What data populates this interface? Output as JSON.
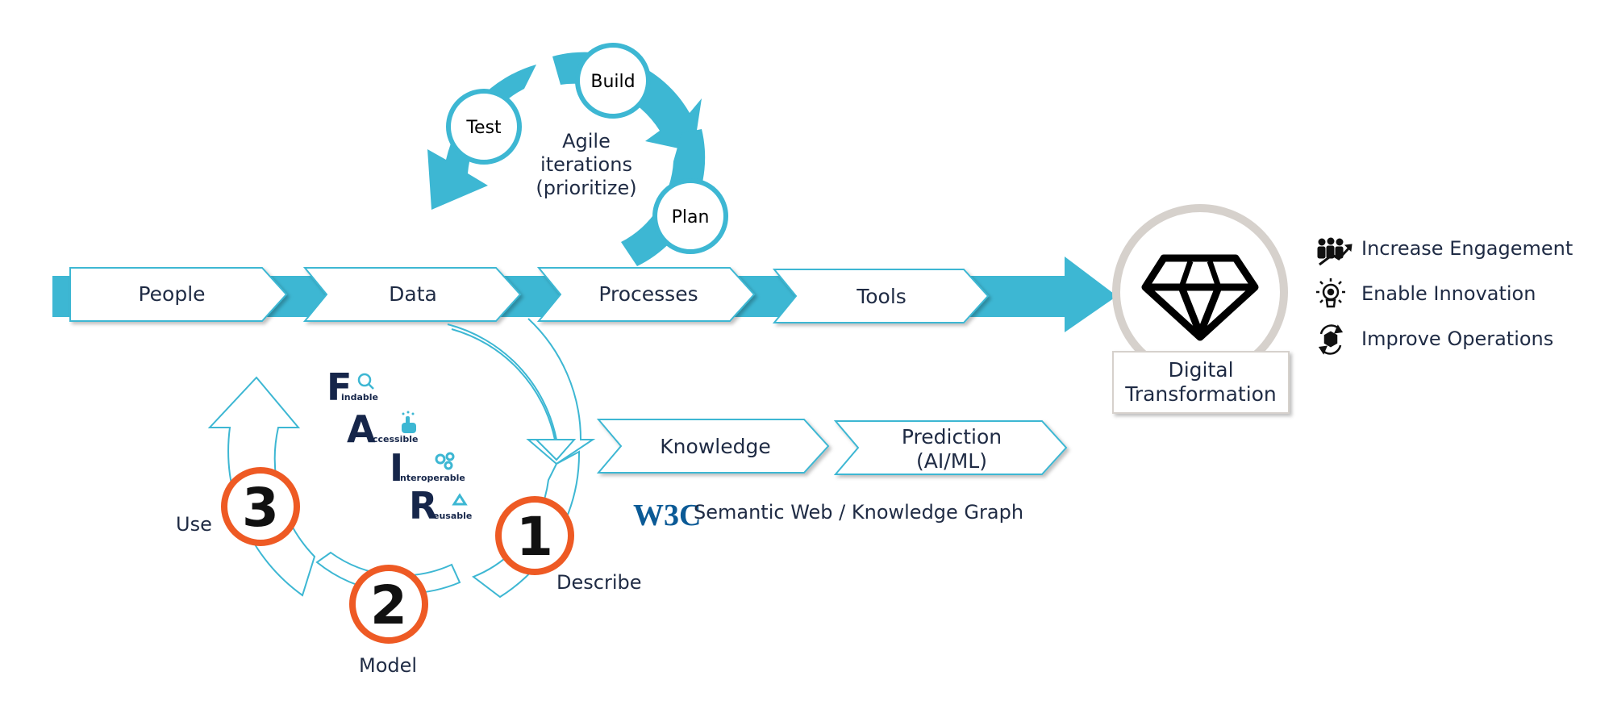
{
  "colors": {
    "accent": "#3db7d3",
    "step_ring": "#ee5a24",
    "text": "#1f2b44",
    "halo": "#d6d1cc"
  },
  "agile": {
    "center_line1": "Agile",
    "center_line2": "iterations",
    "center_line3": "(prioritize)",
    "build": "Build",
    "test": "Test",
    "plan": "Plan"
  },
  "pipeline": {
    "people": "People",
    "data": "Data",
    "processes": "Processes",
    "tools": "Tools"
  },
  "outcome": {
    "line1": "Digital",
    "line2": "Transformation",
    "icon": "diamond-icon"
  },
  "benefits": [
    {
      "label": "Increase Engagement",
      "icon": "people-growth-icon"
    },
    {
      "label": "Enable Innovation",
      "icon": "lightbulb-icon"
    },
    {
      "label": "Improve Operations",
      "icon": "cube-cycle-icon"
    }
  ],
  "fair": {
    "f_letter": "F",
    "f_rest": "indable",
    "a_letter": "A",
    "a_rest": "ccessible",
    "i_letter": "I",
    "i_rest": "nteroperable",
    "r_letter": "R",
    "r_rest": "eusable"
  },
  "steps": {
    "one": "1",
    "one_label": "Describe",
    "two": "2",
    "two_label": "Model",
    "three": "3",
    "three_label": "Use"
  },
  "knowledge": {
    "knowledge": "Knowledge",
    "prediction_line1": "Prediction",
    "prediction_line2": "(AI/ML)",
    "w3c_logo": "W3C",
    "semantic_web": "Semantic Web / Knowledge Graph"
  }
}
